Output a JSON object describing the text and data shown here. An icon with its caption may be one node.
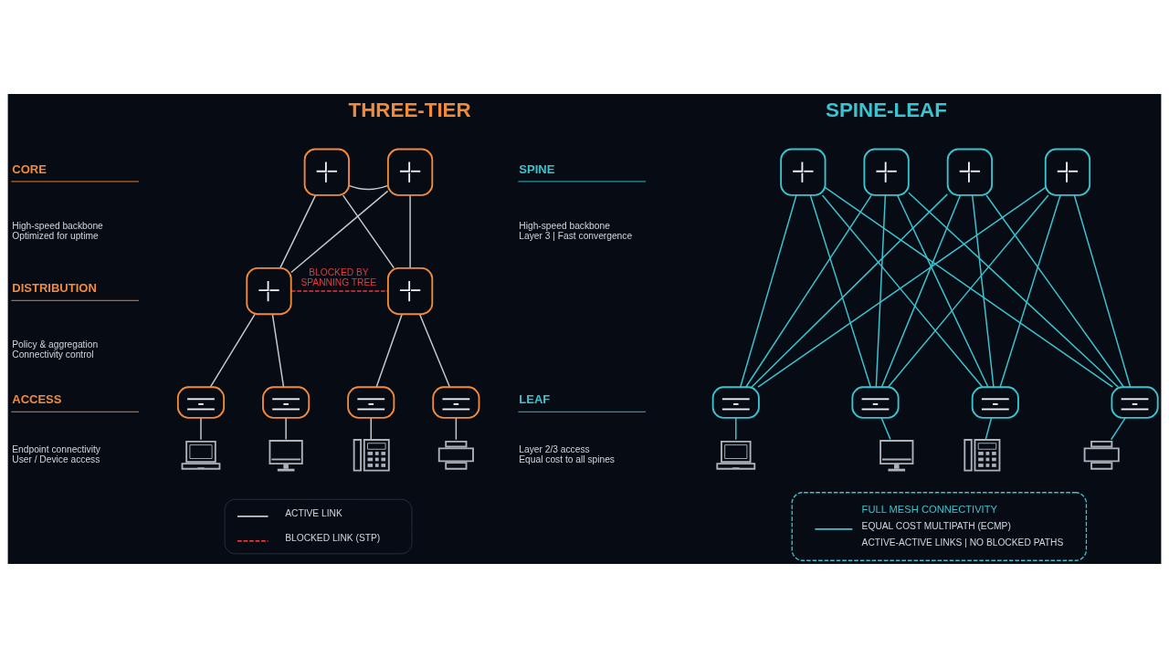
{
  "diagram": {
    "nodes": [
      {
        "text": [],
        "shape": "box"
      },
      {
        "text": [],
        "shape": "box"
      },
      {
        "text": [],
        "shape": "box"
      },
      {
        "text": [],
        "shape": "box"
      },
      {
        "text": [],
        "shape": "box"
      },
      {
        "text": [],
        "shape": "box"
      },
      {
        "text": [],
        "shape": "box"
      },
      {
        "text": [],
        "shape": "box"
      },
      {
        "text": [],
        "shape": "picture"
      },
      {
        "text": [],
        "shape": "picture"
      },
      {
        "text": [],
        "shape": "picture"
      },
      {
        "text": [],
        "shape": "picture"
      },
      {
        "text": [],
        "shape": "box"
      },
      {
        "text": [],
        "shape": "box"
      },
      {
        "text": [],
        "shape": "box"
      },
      {
        "text": [],
        "shape": "box"
      },
      {
        "text": [],
        "shape": "box"
      },
      {
        "text": [],
        "shape": "box"
      },
      {
        "text": [],
        "shape": "box"
      },
      {
        "text": [],
        "shape": "box"
      },
      {
        "text": [],
        "shape": "picture"
      },
      {
        "text": [],
        "shape": "picture"
      },
      {
        "text": [],
        "shape": "picture"
      },
      {
        "text": [],
        "shape": "picture"
      },
      {
        "text": [
          "FULL MESH CONNECTIVITY",
          "EQUAL COST MULTIPATH (ECMP)",
          "ACTIVE-ACTIVE LINKS | NO BLOCKED PATHS"
        ]
      }
    ],
    "edges": [
      {
        "from": 0,
        "to": 1,
        "arrow": "none",
        "color": "#c4c8cf"
      },
      {
        "from": 0,
        "to": 2,
        "arrow": "none",
        "color": "#c4c8cf"
      },
      {
        "from": 0,
        "to": 3,
        "arrow": "none",
        "color": "#c4c8cf"
      },
      {
        "from": 1,
        "to": 2,
        "arrow": "none",
        "color": "#c4c8cf"
      },
      {
        "from": 1,
        "to": 3,
        "arrow": "none",
        "color": "#c4c8cf"
      },
      {
        "from": 2,
        "to": 3,
        "arrow": "none",
        "label": "BLOCKED BY SPANNING TREE",
        "style": "dashed",
        "color": "#e8383d"
      },
      {
        "from": 2,
        "to": 4,
        "arrow": "none",
        "color": "#c4c8cf"
      },
      {
        "from": 2,
        "to": 5,
        "arrow": "none",
        "color": "#c4c8cf"
      },
      {
        "from": 3,
        "to": 6,
        "arrow": "none",
        "color": "#c4c8cf"
      },
      {
        "from": 3,
        "to": 7,
        "arrow": "none",
        "color": "#c4c8cf"
      },
      {
        "from": 4,
        "to": 8,
        "arrow": "none",
        "color": "#c4c8cf"
      },
      {
        "from": 5,
        "to": 9,
        "arrow": "none",
        "color": "#c4c8cf"
      },
      {
        "from": 6,
        "to": 10,
        "arrow": "none",
        "color": "#c4c8cf"
      },
      {
        "from": 7,
        "to": 11,
        "arrow": "none",
        "color": "#c4c8cf"
      },
      {
        "from": 12,
        "to": 16,
        "arrow": "none"
      },
      {
        "from": 12,
        "to": 17,
        "arrow": "none"
      },
      {
        "from": 12,
        "to": 18,
        "arrow": "none"
      },
      {
        "from": 12,
        "to": 19,
        "arrow": "none"
      },
      {
        "from": 13,
        "to": 16,
        "arrow": "none"
      },
      {
        "from": 13,
        "to": 17,
        "arrow": "none"
      },
      {
        "from": 13,
        "to": 18,
        "arrow": "none"
      },
      {
        "from": 13,
        "to": 19,
        "arrow": "none"
      },
      {
        "from": 14,
        "to": 16,
        "arrow": "none"
      },
      {
        "from": 14,
        "to": 17,
        "arrow": "none"
      },
      {
        "from": 14,
        "to": 18,
        "arrow": "none"
      },
      {
        "from": 14,
        "to": 19,
        "arrow": "none"
      },
      {
        "from": 15,
        "to": 16,
        "arrow": "none"
      },
      {
        "from": 15,
        "to": 17,
        "arrow": "none"
      },
      {
        "from": 15,
        "to": 18,
        "arrow": "none"
      },
      {
        "from": 15,
        "to": 19,
        "arrow": "none"
      },
      {
        "from": 16,
        "to": 20,
        "arrow": "none"
      },
      {
        "from": 17,
        "to": 21,
        "arrow": "none"
      },
      {
        "from": 18,
        "to": 22,
        "arrow": "none"
      },
      {
        "from": 19,
        "to": 23,
        "arrow": "none"
      }
    ],
    "labels": [
      "THREE-TIER",
      "CORE",
      "High-speed backbone Optimized for uptime",
      "DISTRIBUTION",
      "Policy & aggregation Connectivity control",
      "ACCESS",
      "Endpoint connectivity User / Device access",
      "SPINE-LEAF",
      "SPINE",
      "High-speed backbone Layer 3 | Fast convergence",
      "LEAF",
      "Layer 2/3 access Equal cost to all spines"
    ],
    "legend": [
      {
        "text": "ACTIVE LINK"
      },
      {
        "text": "BLOCKED LINK (STP)"
      }
    ]
  }
}
